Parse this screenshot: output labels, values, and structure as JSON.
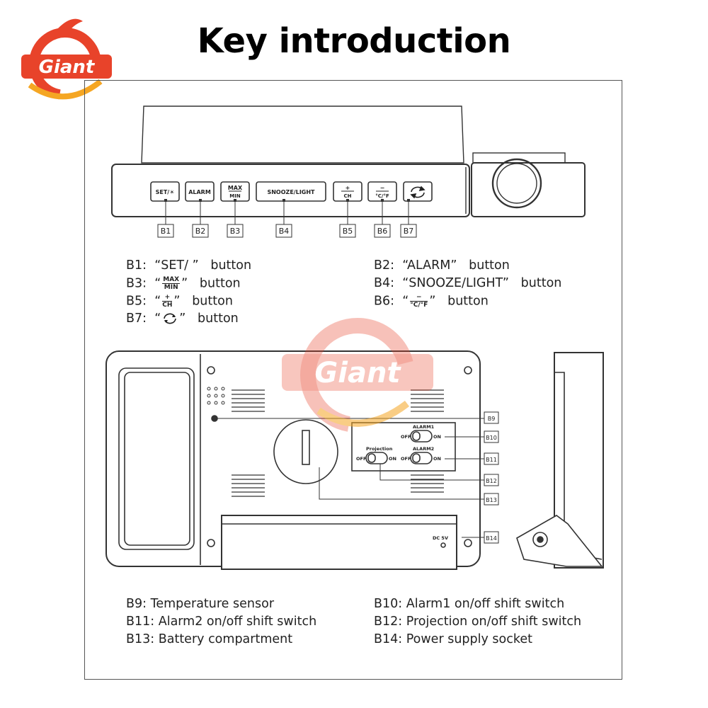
{
  "page_title": "Key introduction",
  "brand": {
    "logo_text": "Giant",
    "colors": {
      "primary": "#e8432a",
      "accent": "#f5a623"
    }
  },
  "front_panel": {
    "buttons": [
      {
        "label": "SET/☀"
      },
      {
        "label": "ALARM"
      },
      {
        "top": "MAX",
        "bottom": "MIN"
      },
      {
        "label": "SNOOZE/LIGHT"
      },
      {
        "top": "+",
        "bottom": "CH"
      },
      {
        "top": "−",
        "bottom": "°C/°F"
      },
      {
        "icon": "rotate-icon"
      }
    ],
    "callouts": [
      "B1",
      "B2",
      "B3",
      "B4",
      "B5",
      "B6",
      "B7"
    ]
  },
  "button_legend": {
    "b1": {
      "id": "B1:",
      "open": "“SET/ ”",
      "tail": "button"
    },
    "b2": {
      "id": "B2:",
      "open": "“ALARM”",
      "tail": "button"
    },
    "b3": {
      "id": "B3:",
      "q1": "“",
      "top": "MAX",
      "bottom": "MIN",
      "q2": "”",
      "tail": "button"
    },
    "b4": {
      "id": "B4:",
      "open": "“SNOOZE/LIGHT”",
      "tail": "button"
    },
    "b5": {
      "id": "B5:",
      "q1": "“",
      "top": "+",
      "bottom": "CH",
      "q2": "”",
      "tail": "button"
    },
    "b6": {
      "id": "B6:",
      "q1": "“",
      "top": "−",
      "bottom": "°C/°F",
      "q2": "”",
      "tail": "button"
    },
    "b7": {
      "id": "B7:",
      "q1": "“",
      "q2": "”",
      "tail": "button"
    }
  },
  "back_panel": {
    "labels": {
      "alarm1": "ALARM1",
      "alarm2": "ALARM2",
      "projection": "Projection",
      "off": "OFF",
      "on": "ON",
      "dc": "DC 5V"
    },
    "callouts": [
      "B9",
      "B10",
      "B11",
      "B12",
      "B13",
      "B14"
    ]
  },
  "feature_legend": [
    "B9: Temperature sensor",
    "B10: Alarm1 on/off shift switch",
    "B11: Alarm2 on/off shift switch",
    "B12: Projection on/off shift switch",
    "B13: Battery compartment",
    "B14: Power supply socket"
  ]
}
